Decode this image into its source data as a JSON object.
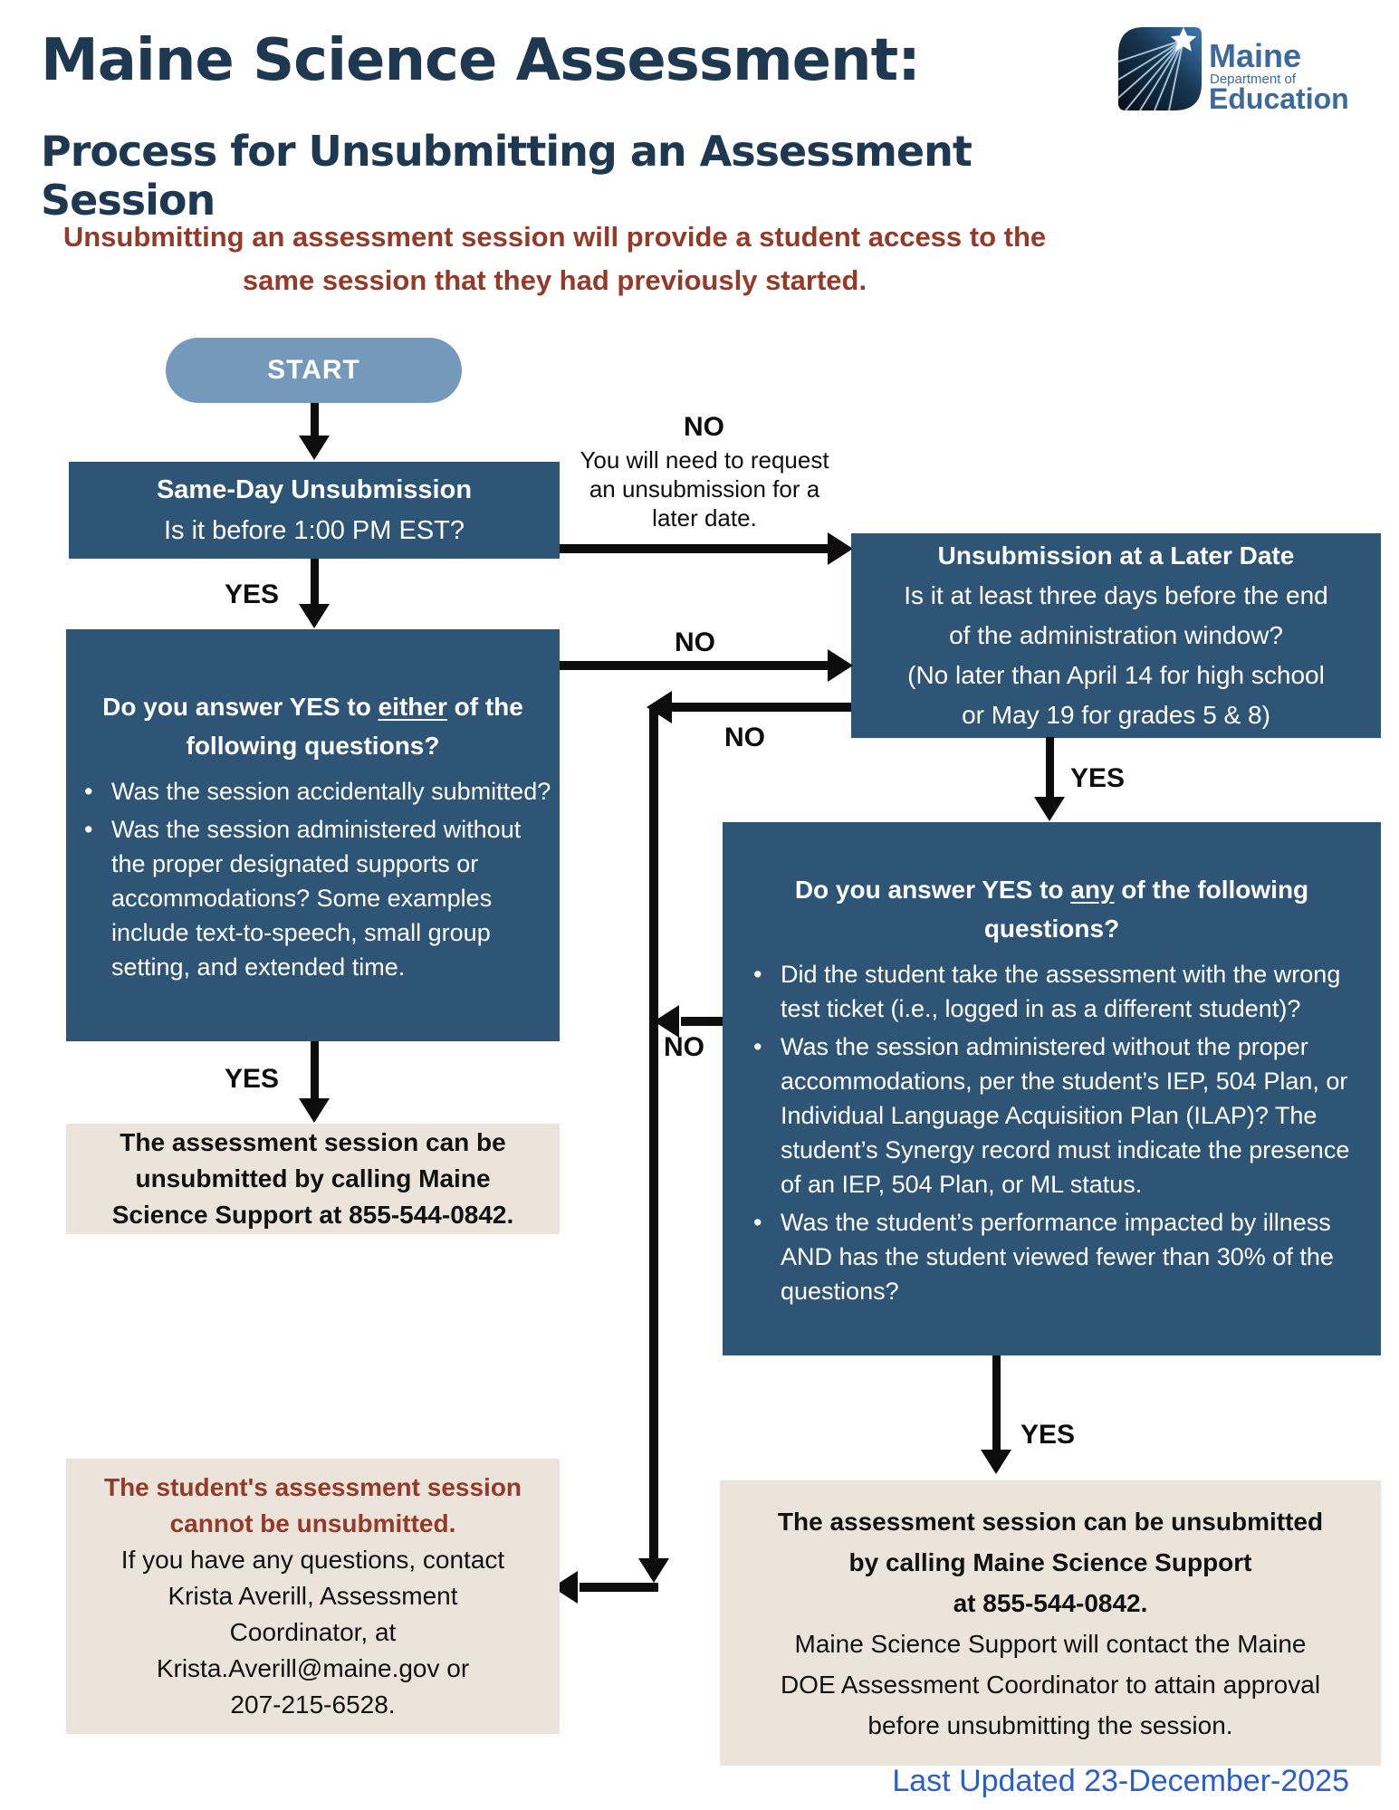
{
  "page": {
    "title": "Maine Science Assessment:",
    "subtitle": "Process for Unsubmitting an Assessment Session",
    "intro_line1": "Unsubmitting an assessment session will provide a student access to the",
    "intro_line2": "same session that they had previously started.",
    "footer_note": "Last Updated 23-December-2025"
  },
  "logo": {
    "name": "Maine",
    "dept": "Department of",
    "edu": "Education"
  },
  "flow": {
    "start_label": "START",
    "yes_label": "YES",
    "no_label": "NO",
    "same_day": {
      "title": "Same-Day Unsubmission",
      "question": "Is it before 1:00 PM EST?"
    },
    "no_note": {
      "line1": "You will need to request",
      "line2": "an unsubmission for a",
      "line3": "later date."
    },
    "later_date": {
      "title": "Unsubmission at a Later Date",
      "line1": "Is it at least three days before the end",
      "line2": "of the administration window?",
      "line3": "(No later than April 14 for high school",
      "line4": "or May 19 for grades 5 & 8)"
    },
    "either_box": {
      "title_pre": "Do you answer YES to ",
      "title_u": "either",
      "title_post": " of the",
      "title_line2": "following questions?",
      "bullet1": "Was the session accidentally submitted?",
      "bullet2": "Was the session administered without the proper designated supports or accommodations? Some examples include text-to-speech, small group setting, and extended time."
    },
    "any_box": {
      "title_pre": "Do you answer YES to ",
      "title_u": "any",
      "title_post": " of the following",
      "title_line2": "questions?",
      "bullet1": "Did the student take the assessment with the wrong test ticket (i.e., logged in as a different student)?",
      "bullet2": "Was the session administered without the proper accommodations, per the student’s IEP, 504 Plan, or Individual Language Acquisition Plan (ILAP)? The student’s Synergy record must indicate the presence of an IEP, 504 Plan, or ML status.",
      "bullet3": "Was the student’s performance impacted by illness AND has the student viewed fewer than 30% of the questions?"
    },
    "can_unsubmit": {
      "line1": "The assessment session can be",
      "line2": "unsubmitted by calling Maine",
      "line3": "Science Support at 855-544-0842."
    },
    "cannot_unsubmit": {
      "red_line1": "The student's assessment session",
      "red_line2": "cannot be unsubmitted.",
      "line1": "If you have any questions, contact",
      "line2": "Krista Averill, Assessment",
      "line3": "Coordinator, at",
      "line4": "Krista.Averill@maine.gov or",
      "line5": "207-215-6528."
    },
    "can_unsubmit_later": {
      "bold_line1": "The assessment session can be unsubmitted",
      "bold_line2": "by calling Maine Science Support",
      "bold_line3": "at 855-544-0842.",
      "line1": "Maine Science Support will contact the Maine",
      "line2": "DOE Assessment Coordinator to attain approval",
      "line3": "before unsubmitting the session."
    }
  },
  "colors": {
    "box_blue": "#2e5476",
    "start_fill": "#7499ba",
    "beige": "#ece4db",
    "heading_navy": "#1d3850",
    "accent_red": "#943a28",
    "footer_blue": "#2b5ec6",
    "logo_blue": "#3a6b9c",
    "arrow_black": "#0d0d0d"
  }
}
